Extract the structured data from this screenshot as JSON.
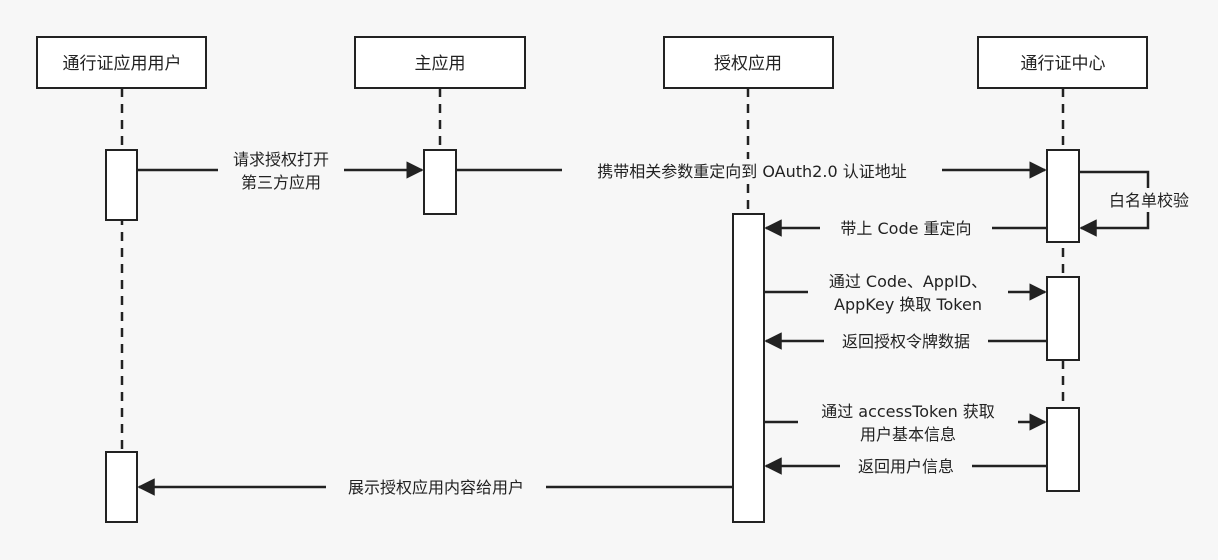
{
  "participants": [
    {
      "id": "user",
      "label": "通行证应用用户"
    },
    {
      "id": "main",
      "label": "主应用"
    },
    {
      "id": "auth",
      "label": "授权应用"
    },
    {
      "id": "center",
      "label": "通行证中心"
    }
  ],
  "messages": [
    {
      "id": "m1",
      "from": "user",
      "to": "main",
      "lines": [
        "请求授权打开",
        "第三方应用"
      ]
    },
    {
      "id": "m2",
      "from": "main",
      "to": "center",
      "lines": [
        "携带相关参数重定向到 OAuth2.0 认证地址"
      ]
    },
    {
      "id": "m3",
      "from": "center",
      "to": "center",
      "lines": [
        "白名单校验"
      ]
    },
    {
      "id": "m4",
      "from": "center",
      "to": "auth",
      "lines": [
        "带上 Code 重定向"
      ]
    },
    {
      "id": "m5",
      "from": "auth",
      "to": "center",
      "lines": [
        "通过 Code、AppID、",
        "AppKey 换取 Token"
      ]
    },
    {
      "id": "m6",
      "from": "center",
      "to": "auth",
      "lines": [
        "返回授权令牌数据"
      ]
    },
    {
      "id": "m7",
      "from": "auth",
      "to": "center",
      "lines": [
        "通过 accessToken 获取",
        "用户基本信息"
      ]
    },
    {
      "id": "m8",
      "from": "center",
      "to": "auth",
      "lines": [
        "返回用户信息"
      ]
    },
    {
      "id": "m9",
      "from": "auth",
      "to": "user",
      "lines": [
        "展示授权应用内容给用户"
      ]
    }
  ]
}
